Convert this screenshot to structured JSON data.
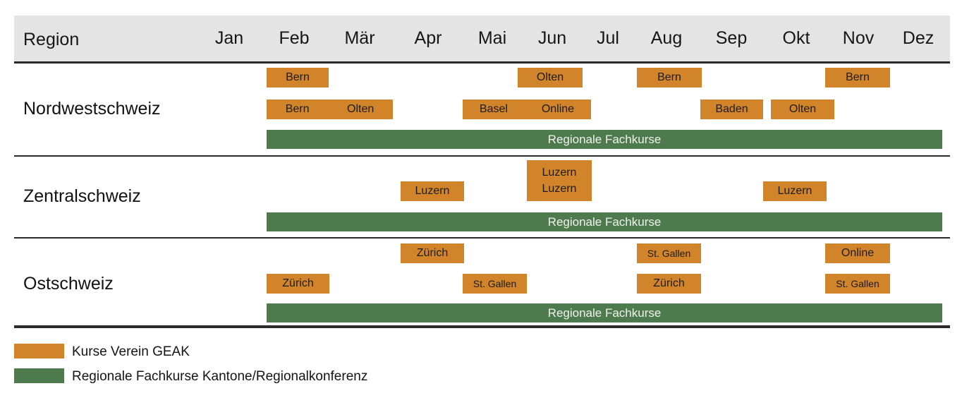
{
  "chart_data": {
    "type": "gantt",
    "region_column_header": "Region",
    "months": [
      "Jan",
      "Feb",
      "Mär",
      "Apr",
      "Mai",
      "Jun",
      "Jul",
      "Aug",
      "Sep",
      "Okt",
      "Nov",
      "Dez"
    ],
    "rows": [
      {
        "region": "Nordwestschweiz",
        "course_bars": [
          {
            "track": "upper",
            "months": [
              "Feb"
            ],
            "labels": [
              "Bern"
            ]
          },
          {
            "track": "upper",
            "months": [
              "Jun"
            ],
            "labels": [
              "Olten"
            ]
          },
          {
            "track": "upper",
            "months": [
              "Aug"
            ],
            "labels": [
              "Bern"
            ]
          },
          {
            "track": "upper",
            "months": [
              "Nov"
            ],
            "labels": [
              "Bern"
            ]
          },
          {
            "track": "lower",
            "months": [
              "Feb",
              "Mär"
            ],
            "labels": [
              "Bern",
              "Olten"
            ]
          },
          {
            "track": "lower",
            "months": [
              "Mai",
              "Jun"
            ],
            "labels": [
              "Basel",
              "Online"
            ]
          },
          {
            "track": "lower",
            "months": [
              "Sep"
            ],
            "labels": [
              "Baden"
            ]
          },
          {
            "track": "lower",
            "months": [
              "Okt"
            ],
            "labels": [
              "Olten"
            ]
          }
        ],
        "regional_bar": {
          "label": "Regionale Fachkurse",
          "months": [
            "Feb",
            "Dez"
          ]
        }
      },
      {
        "region": "Zentralschweiz",
        "course_bars": [
          {
            "track": "lower",
            "months": [
              "Apr"
            ],
            "labels": [
              "Luzern"
            ]
          },
          {
            "track": "double",
            "months": [
              "Jun"
            ],
            "labels": [
              "Luzern",
              "Luzern"
            ]
          },
          {
            "track": "lower",
            "months": [
              "Okt"
            ],
            "labels": [
              "Luzern"
            ]
          }
        ],
        "regional_bar": {
          "label": "Regionale Fachkurse",
          "months": [
            "Feb",
            "Dez"
          ]
        }
      },
      {
        "region": "Ostschweiz",
        "course_bars": [
          {
            "track": "upper",
            "months": [
              "Apr"
            ],
            "labels": [
              "Zürich"
            ]
          },
          {
            "track": "upper",
            "months": [
              "Aug"
            ],
            "labels": [
              "St. Gallen"
            ]
          },
          {
            "track": "upper",
            "months": [
              "Nov"
            ],
            "labels": [
              "Online"
            ]
          },
          {
            "track": "lower",
            "months": [
              "Feb"
            ],
            "labels": [
              "Zürich"
            ]
          },
          {
            "track": "lower",
            "months": [
              "Mai"
            ],
            "labels": [
              "St. Gallen"
            ]
          },
          {
            "track": "lower",
            "months": [
              "Aug"
            ],
            "labels": [
              "Zürich"
            ]
          },
          {
            "track": "lower",
            "months": [
              "Nov"
            ],
            "labels": [
              "St. Gallen"
            ]
          }
        ],
        "regional_bar": {
          "label": "Regionale Fachkurse",
          "months": [
            "Feb",
            "Dez"
          ]
        }
      }
    ],
    "legend": {
      "items": [
        {
          "label": "Kurse Verein GEAK",
          "color": "#D2842B"
        },
        {
          "label": "Regionale Fachkurse Kantone/Regionalkonferenz",
          "color": "#4E7B4E"
        }
      ]
    },
    "colors": {
      "orange": "#D2842B",
      "green": "#4E7B4E",
      "header_bg": "#E4E4E4",
      "line": "#2A2A2A"
    }
  }
}
